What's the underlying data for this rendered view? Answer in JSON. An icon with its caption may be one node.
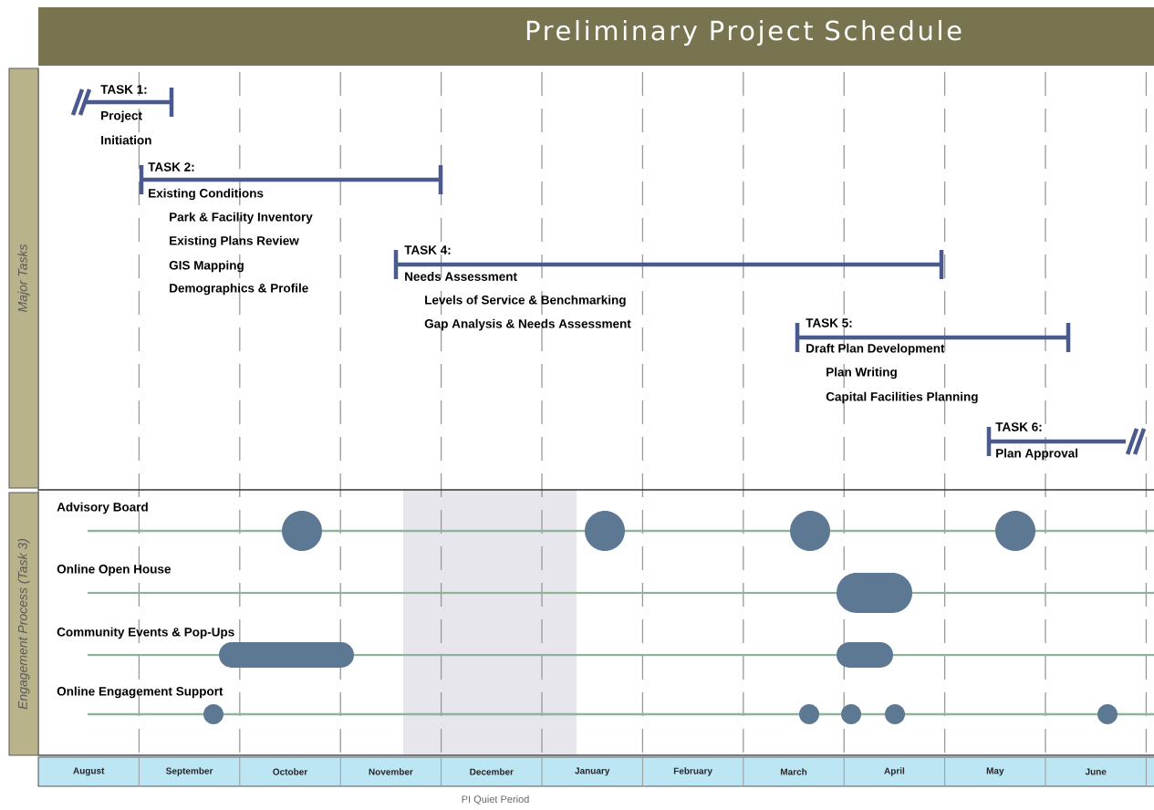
{
  "diagram": {
    "title": "Preliminary Project Schedule",
    "nodes": [
      {
        "text": [
          "Major Tasks"
        ]
      },
      {
        "text": [
          "Engagement Process (Task 3)"
        ]
      }
    ],
    "labels": [
      "TASK 1:",
      "Project Initiation",
      "TASK 2:",
      "Existing Conditions",
      "Park & Facility Inventory",
      "Existing Plans Review",
      "GIS Mapping",
      "Demographics & Profile",
      "TASK 4:",
      "Needs Assessment",
      "Levels of Service & Benchmarking",
      "Gap Analysis & Needs Assessment",
      "TASK 5:",
      "Draft Plan Development",
      "Plan Writing",
      "Capital Facilities Planning",
      "TASK 6:",
      "Plan Approval",
      "Advisory Board",
      "Online Open House",
      "Community Events & Pop-Ups",
      "Online Engagement Support",
      "August",
      "September",
      "October",
      "November",
      "December",
      "January",
      "February",
      "March",
      "April",
      "May",
      "June",
      "PI Quiet Period"
    ]
  }
}
